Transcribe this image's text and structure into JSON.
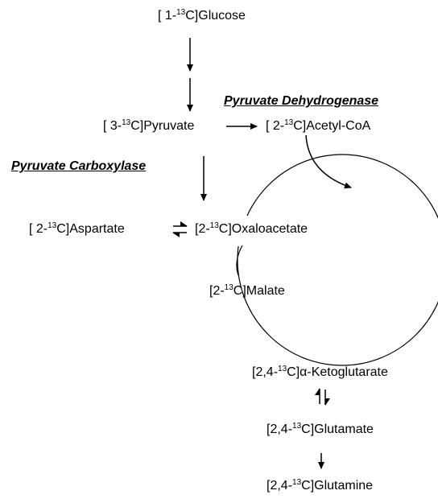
{
  "metabolites": {
    "glucose": {
      "pre": "[ 1-",
      "iso": "13",
      "post": "C]Glucose"
    },
    "pyruvate": {
      "pre": "[ 3-",
      "iso": "13",
      "post": "C]Pyruvate"
    },
    "acetyl_coa": {
      "pre": "[ 2-",
      "iso": "13",
      "post": "C]Acetyl-CoA"
    },
    "aspartate": {
      "pre": "[ 2-",
      "iso": "13",
      "post": "C]Aspartate"
    },
    "oxaloacetate": {
      "pre": "[2-",
      "iso": "13",
      "post": "C]Oxaloacetate"
    },
    "malate": {
      "pre": "[2-",
      "iso": "13",
      "post": "C]Malate"
    },
    "ketoglutarate": {
      "pre": "[2,4-",
      "iso": "13",
      "post": "C]α-Ketoglutarate"
    },
    "glutamate": {
      "pre": "[2,4-",
      "iso": "13",
      "post": "C]Glutamate"
    },
    "glutamine": {
      "pre": "[2,4-",
      "iso": "13",
      "post": "C]Glutamine"
    }
  },
  "enzymes": {
    "pdh": "Pyruvate Dehydrogenase",
    "pc": "Pyruvate Carboxylase"
  }
}
